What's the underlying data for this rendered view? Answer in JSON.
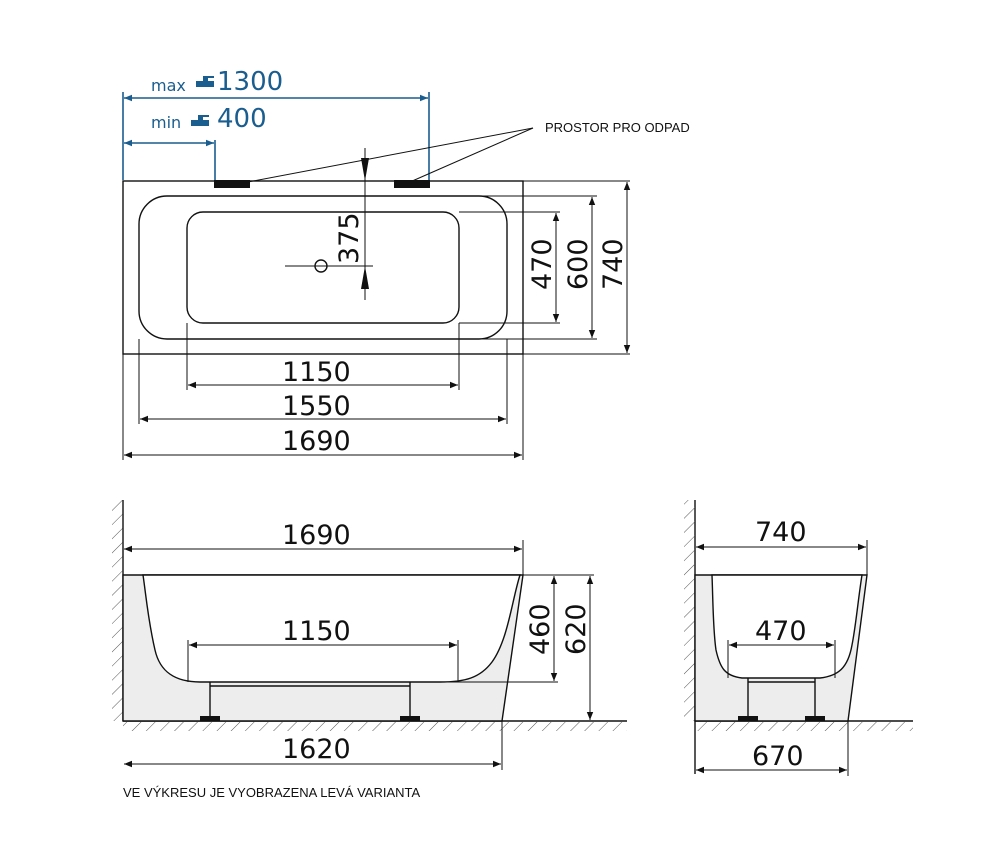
{
  "drain": {
    "max_label": "max",
    "max_value": "1300",
    "min_label": "min",
    "min_value": "400",
    "note": "PROSTOR PRO ODPAD",
    "faucet_icon": "faucet-icon",
    "accent_color": "#1a5d8f"
  },
  "top_view": {
    "drain_offset": "375",
    "inner_height": "470",
    "mid_height": "600",
    "outer_height": "740",
    "inner_length": "1150",
    "mid_length": "1550",
    "outer_length": "1690"
  },
  "side_view": {
    "top_length": "1690",
    "bottom_inner_length": "1150",
    "depth_inner": "460",
    "depth_outer": "620",
    "base_length": "1620"
  },
  "end_view": {
    "top_width": "740",
    "bottom_inner_width": "470",
    "base_width": "670"
  },
  "footer_note": "VE VÝKRESU JE VYOBRAZENA LEVÁ VARIANTA"
}
